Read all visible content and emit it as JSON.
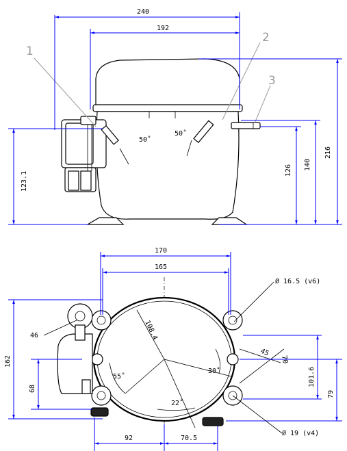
{
  "top_view": {
    "dim_240": "240",
    "dim_192": "192",
    "dim_216": "216",
    "dim_140": "140",
    "dim_126": "126",
    "dim_123_1": "123.1",
    "angle_1": "50˚",
    "angle_2": "50˚",
    "callout_1": "1",
    "callout_2": "2",
    "callout_3": "3"
  },
  "bottom_view": {
    "dim_170": "170",
    "dim_165": "165",
    "dim_162": "162",
    "dim_101_6": "101.6",
    "dim_79": "79",
    "dim_68": "68",
    "dim_92": "92",
    "dim_70_5": "70.5",
    "dim_46": "46",
    "dim_45": "45",
    "dim_70": "70",
    "dim_108_4": "108.4",
    "angle_55": "55˚",
    "angle_30": "30˚",
    "angle_22": "22˚",
    "pipe_top": "Ø 16.5 (v6)",
    "pipe_bottom": "Ø 19 (v4)"
  }
}
